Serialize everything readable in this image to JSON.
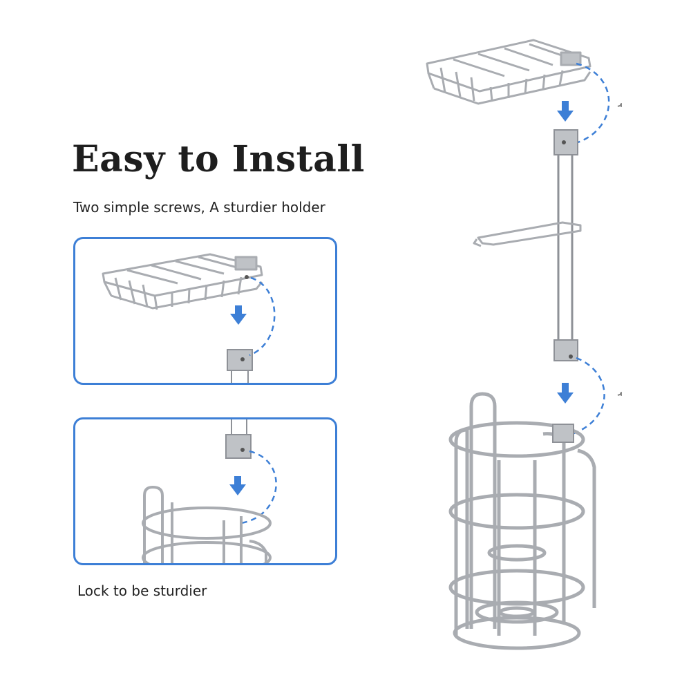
{
  "heading": "Easy to Install",
  "subheading": "Two simple screws, A sturdier holder",
  "caption": "Lock to be sturdier",
  "colors": {
    "accent": "#3d7fd6",
    "metal": "#a9acb1",
    "metal_dark": "#8e9197",
    "text": "#1e1e1e"
  },
  "icons": {
    "arrow": "arrow-down-icon",
    "screw": "screw-icon"
  }
}
